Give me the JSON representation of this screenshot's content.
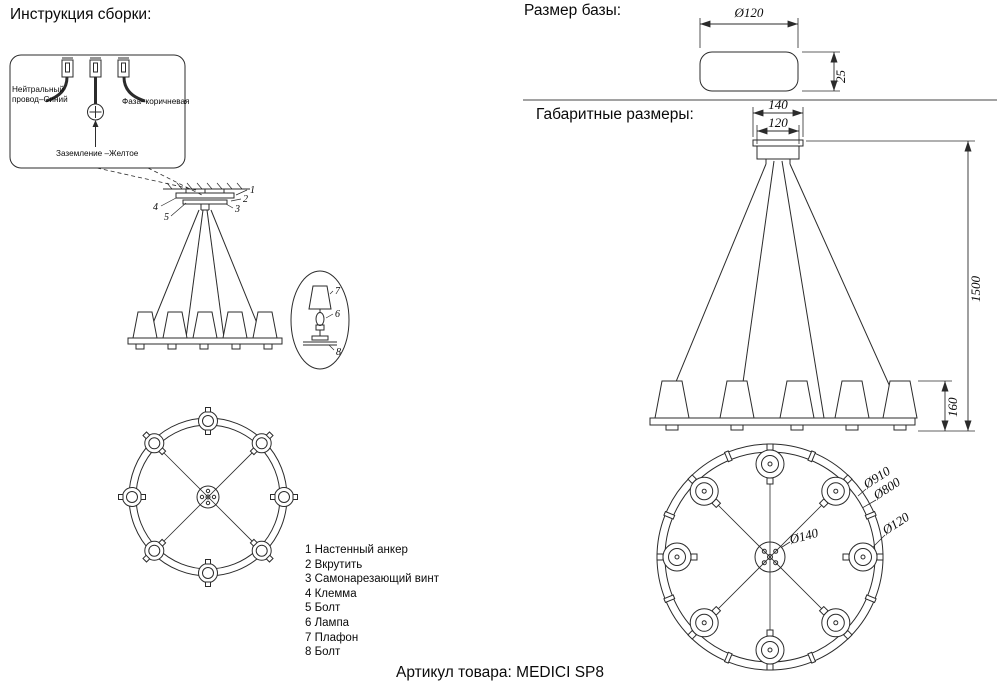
{
  "titles": {
    "assembly": "Инструкция сборки:",
    "base_size": "Размер базы:",
    "overall": "Габаритные размеры:",
    "article": "Артикул товара: MEDICI SP8"
  },
  "wiring": {
    "neutral_line1": "Нейтральный",
    "neutral_line2": "провод–Синий",
    "phase": "Фаза–коричневая",
    "ground": "Заземление –Желтое"
  },
  "callouts": {
    "n1": "1",
    "n2": "2",
    "n3": "3",
    "n4": "4",
    "n5": "5",
    "n6": "6",
    "n7": "7",
    "n8": "8"
  },
  "parts_list": [
    "1 Настенный анкер",
    "2 Вкрутить",
    "3 Самонарезающий винт",
    "4 Клемма",
    "5 Болт",
    "6 Лампа",
    "7 Плафон",
    "8 Болт"
  ],
  "dims": {
    "base_diameter": "Ø120",
    "base_height": "25",
    "top_width": "140",
    "top_inner": "120",
    "total_height": "1500",
    "shade_height": "160",
    "outer_diameter": "Ø910",
    "ring_diameter": "Ø800",
    "lamp_diameter": "Ø120",
    "center_diameter": "Ø140"
  }
}
